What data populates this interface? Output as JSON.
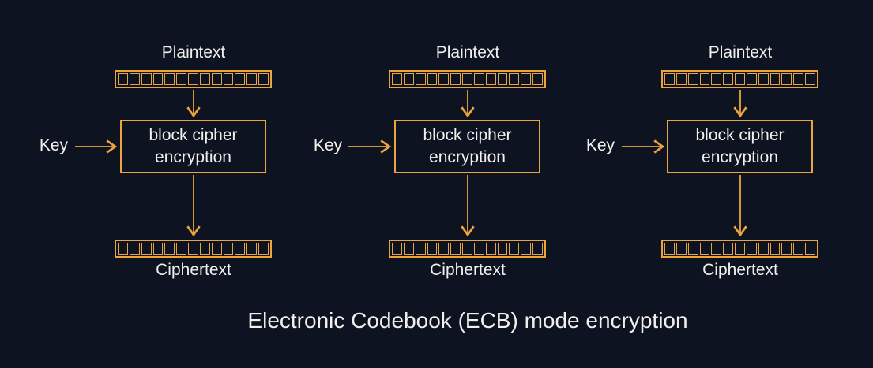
{
  "diagram": {
    "title": "Electronic Codebook (ECB) mode encryption",
    "block_cells": 13,
    "colors": {
      "background": "#0e1322",
      "accent": "#eba53c",
      "text": "#f2f0ec"
    },
    "columns": [
      {
        "plaintext_label": "Plaintext",
        "key_label": "Key",
        "box_label": "block cipher encryption",
        "ciphertext_label": "Ciphertext"
      },
      {
        "plaintext_label": "Plaintext",
        "key_label": "Key",
        "box_label": "block cipher encryption",
        "ciphertext_label": "Ciphertext"
      },
      {
        "plaintext_label": "Plaintext",
        "key_label": "Key",
        "box_label": "block cipher encryption",
        "ciphertext_label": "Ciphertext"
      }
    ]
  }
}
